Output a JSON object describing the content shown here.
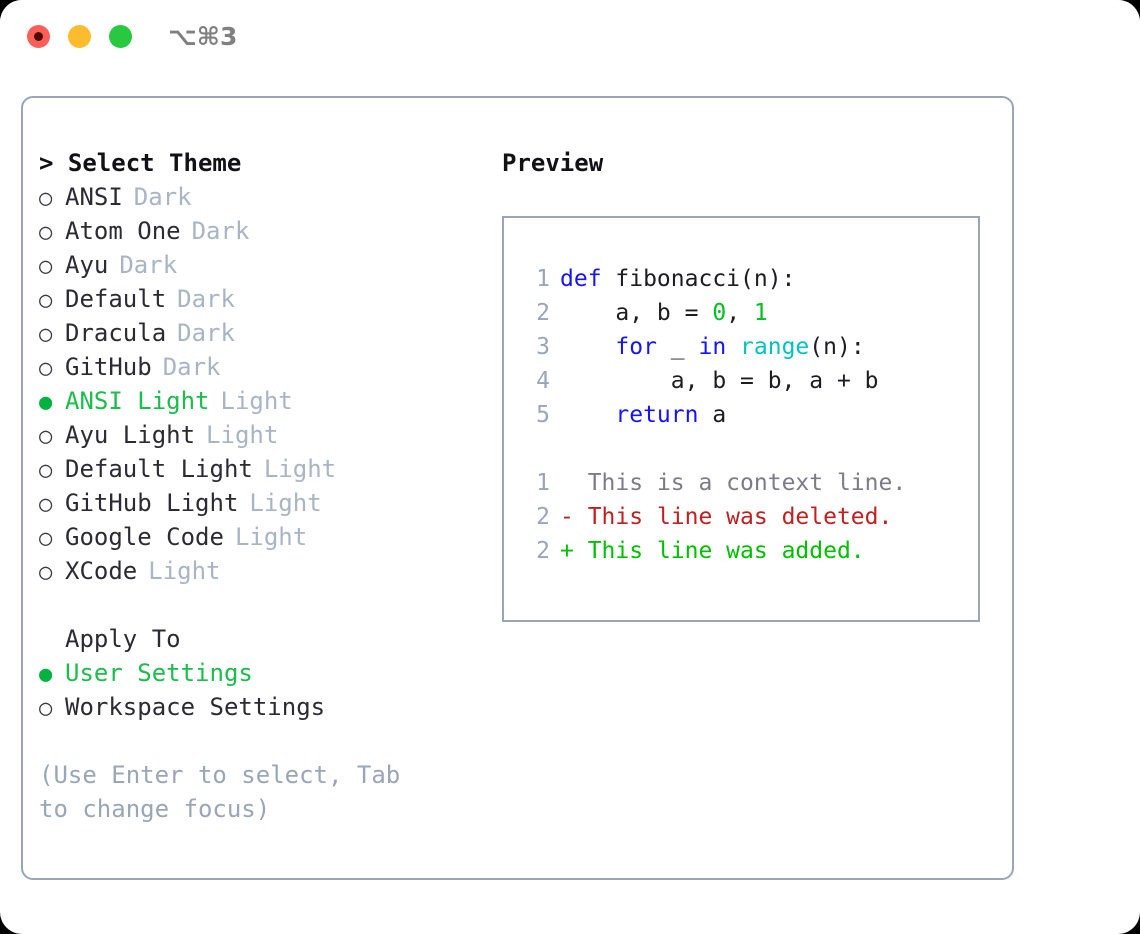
{
  "titlebar": {
    "shortcut": "⌥⌘3",
    "lights": [
      {
        "name": "close",
        "color": "#fb5f57"
      },
      {
        "name": "minimize",
        "color": "#fdbc2e"
      },
      {
        "name": "maximize",
        "color": "#28c840"
      }
    ]
  },
  "theme_picker": {
    "heading": "> Select Theme",
    "items": [
      {
        "name": "ANSI",
        "badge": "Dark",
        "bullet": "○",
        "selected": false
      },
      {
        "name": "Atom One",
        "badge": "Dark",
        "bullet": "○",
        "selected": false
      },
      {
        "name": "Ayu",
        "badge": "Dark",
        "bullet": "○",
        "selected": false
      },
      {
        "name": "Default",
        "badge": "Dark",
        "bullet": "○",
        "selected": false
      },
      {
        "name": "Dracula",
        "badge": "Dark",
        "bullet": "○",
        "selected": false
      },
      {
        "name": "GitHub",
        "badge": "Dark",
        "bullet": "○",
        "selected": false
      },
      {
        "name": "ANSI Light",
        "badge": "Light",
        "bullet": "●",
        "selected": true
      },
      {
        "name": "Ayu Light",
        "badge": "Light",
        "bullet": "○",
        "selected": false
      },
      {
        "name": "Default Light",
        "badge": "Light",
        "bullet": "○",
        "selected": false
      },
      {
        "name": "GitHub Light",
        "badge": "Light",
        "bullet": "○",
        "selected": false
      },
      {
        "name": "Google Code",
        "badge": "Light",
        "bullet": "○",
        "selected": false
      },
      {
        "name": "XCode",
        "badge": "Light",
        "bullet": "○",
        "selected": false
      }
    ]
  },
  "apply_to": {
    "heading": "Apply To",
    "options": [
      {
        "label": "User Settings",
        "bullet": "●",
        "selected": true
      },
      {
        "label": "Workspace Settings",
        "bullet": "○",
        "selected": false
      }
    ]
  },
  "hint": "(Use Enter to select, Tab to change focus)",
  "preview": {
    "title": "Preview",
    "code_lines": [
      {
        "no": "1",
        "tokens": [
          {
            "t": "def",
            "c": "kw"
          },
          {
            "t": " fibonacci(n):",
            "c": "plain"
          }
        ]
      },
      {
        "no": "2",
        "tokens": [
          {
            "t": "    a, b = ",
            "c": "plain"
          },
          {
            "t": "0",
            "c": "num"
          },
          {
            "t": ", ",
            "c": "plain"
          },
          {
            "t": "1",
            "c": "num"
          }
        ]
      },
      {
        "no": "3",
        "tokens": [
          {
            "t": "    ",
            "c": "plain"
          },
          {
            "t": "for",
            "c": "kw"
          },
          {
            "t": " _ ",
            "c": "plain"
          },
          {
            "t": "in",
            "c": "kw"
          },
          {
            "t": " ",
            "c": "plain"
          },
          {
            "t": "range",
            "c": "fn"
          },
          {
            "t": "(n):",
            "c": "plain"
          }
        ]
      },
      {
        "no": "4",
        "tokens": [
          {
            "t": "        a, b = b, a + b",
            "c": "plain"
          }
        ]
      },
      {
        "no": "5",
        "tokens": [
          {
            "t": "    ",
            "c": "plain"
          },
          {
            "t": "return",
            "c": "kw"
          },
          {
            "t": " a",
            "c": "plain"
          }
        ]
      }
    ],
    "diff_lines": [
      {
        "no": "1",
        "marker": " ",
        "text": " This is a context line.",
        "kind": "ctx"
      },
      {
        "no": "2",
        "marker": "-",
        "text": " This line was deleted.",
        "kind": "del"
      },
      {
        "no": "2",
        "marker": "+",
        "text": " This line was added.",
        "kind": "add"
      }
    ]
  },
  "colors": {
    "accent_green": "#1bbd4b",
    "border": "#9aa5b8",
    "muted": "#a9b4c4",
    "keyword": "#1414ff",
    "function": "#00c2c2",
    "number": "#00c020",
    "diff_delete": "#c02020",
    "diff_add": "#00c000"
  }
}
